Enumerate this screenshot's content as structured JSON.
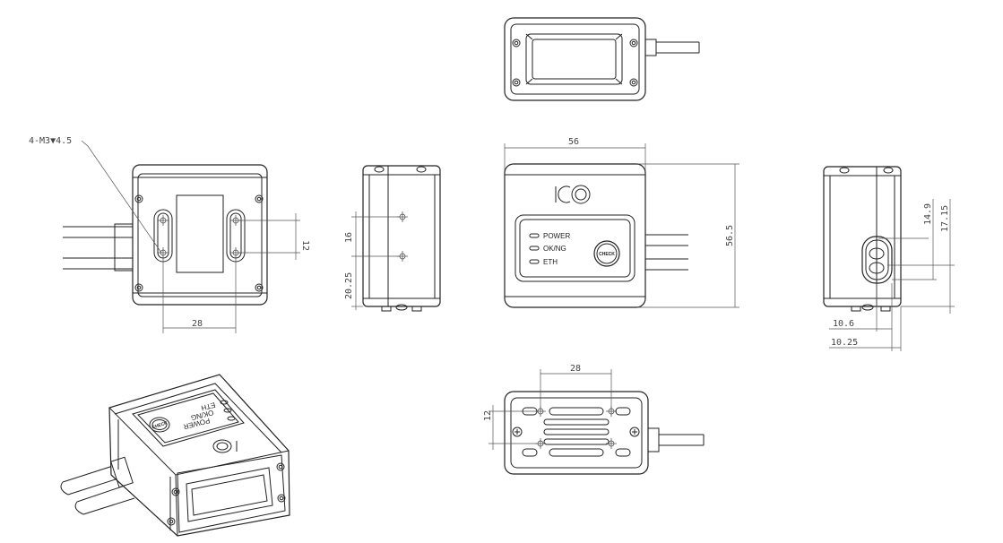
{
  "callout": "4-M3▼4.5",
  "dims": {
    "front_hole_spacing": "28",
    "front_hole_vertical": "12",
    "side_16": "16",
    "side_20_25": "20.25",
    "top_width": "56",
    "top_height": "56.5",
    "right_14_9": "14.9",
    "right_17_15": "17.15",
    "right_10_6": "10.6",
    "right_10_25": "10.25",
    "bottom_28": "28",
    "bottom_12": "12"
  },
  "panel": {
    "leds": [
      "POWER",
      "OK/NG",
      "ETH"
    ],
    "button": "CHECK"
  },
  "iso_panel": {
    "leds": [
      "ETH",
      "OK/NG",
      "POWER"
    ],
    "button": "CHECK"
  }
}
